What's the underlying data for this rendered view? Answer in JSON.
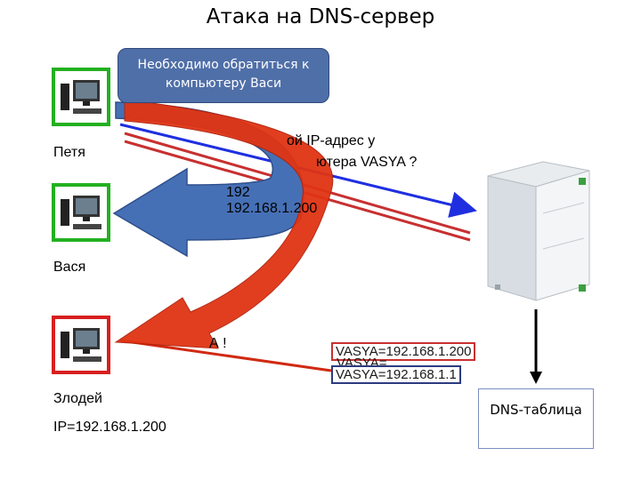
{
  "title": "Атака на DNS-сервер",
  "callout": {
    "line1": "Необходимо обратиться к",
    "line2": "компьютеру Васи"
  },
  "labels": {
    "petya": "Петя",
    "vasya": "Вася",
    "villain": "Злодей",
    "villain_ip": "IP=192.168.1.200"
  },
  "messages": {
    "query_line1": "ой IP-адрес у",
    "query_line2": "ютера VASYA ?",
    "answer_line1": "192",
    "answer_line2": "192.168.1.200",
    "partial_exclaim": "А !"
  },
  "dns_entries": [
    "VASYA=192.168.1.200",
    "VASYA=",
    "VASYA=192.168.1.1"
  ],
  "dns_table_label": "DNS-таблица",
  "colors": {
    "green_frame": "#23b020",
    "red_frame": "#d81f1f",
    "blue_arrow": "#3c62b0",
    "red_arrow": "#d02a12",
    "callout_fill": "#4f6fa8"
  }
}
